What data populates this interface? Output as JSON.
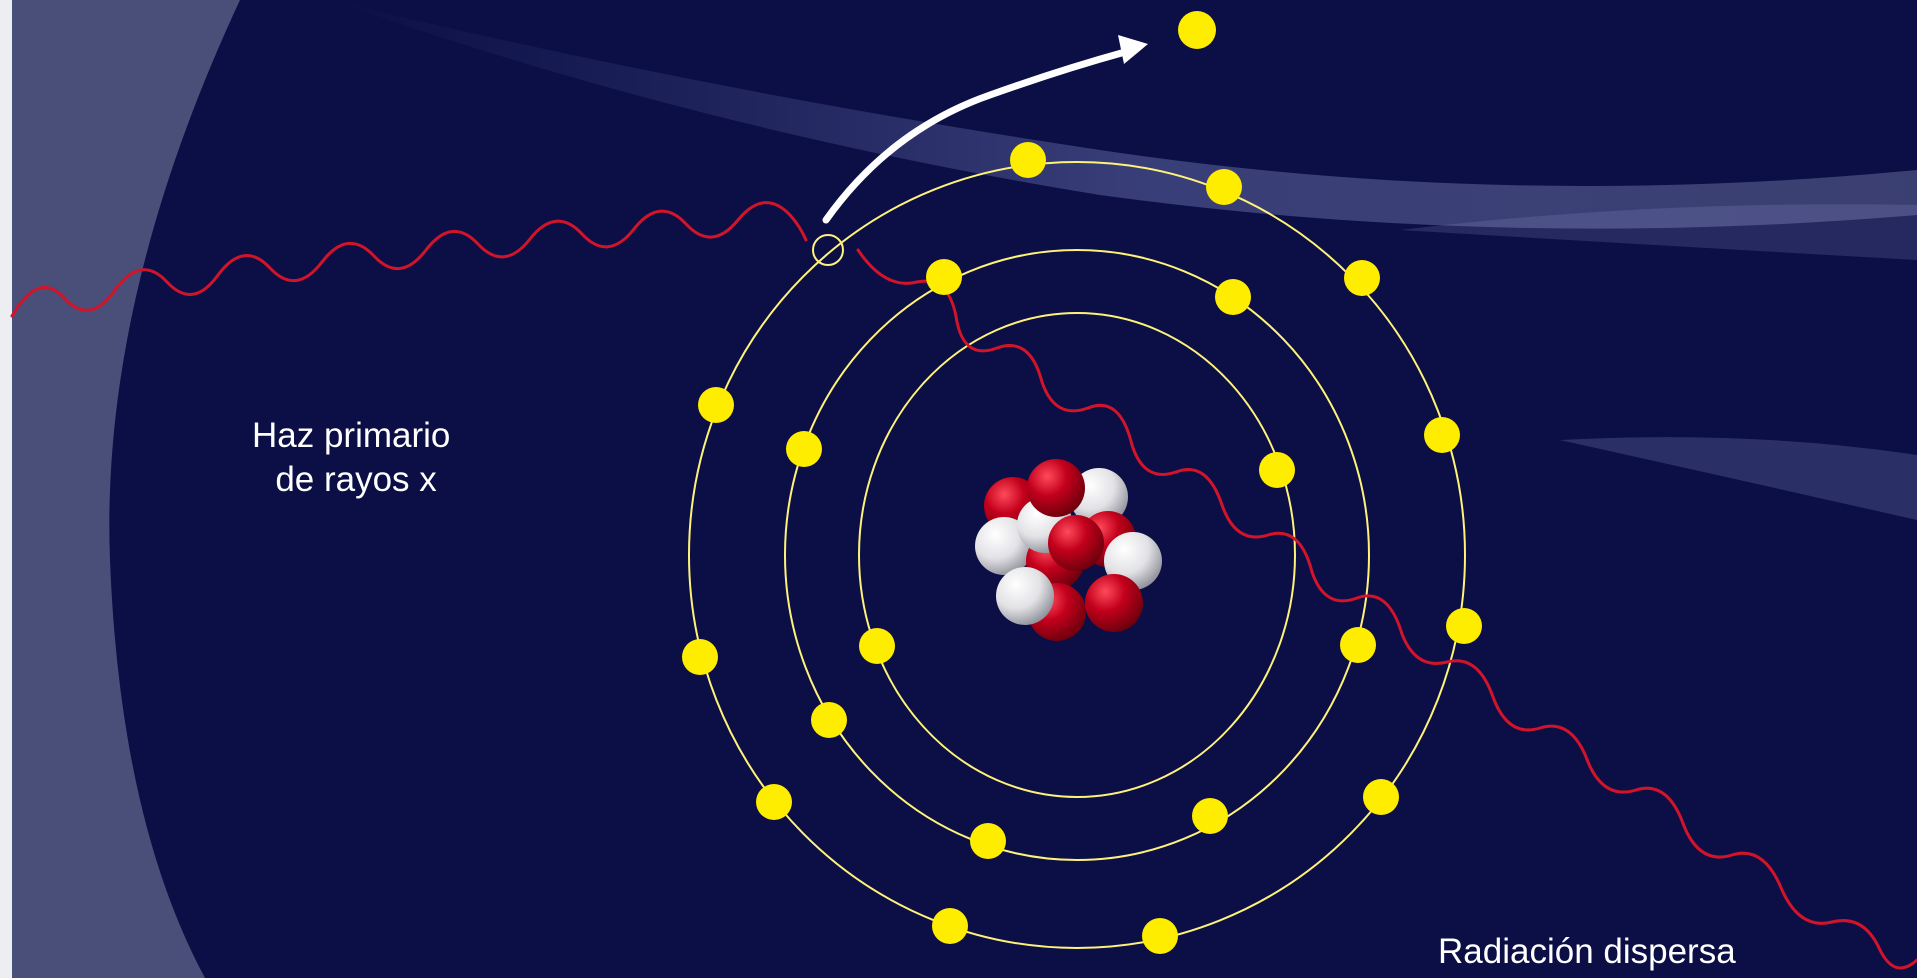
{
  "labels": {
    "primary_beam_line1": "Haz primario",
    "primary_beam_line2": " de rayos x",
    "scattered_radiation": "Radiación dispersa"
  },
  "colors": {
    "background": "#0b0f45",
    "left_panel": "#4a4f79",
    "orbit": "#fff27a",
    "electron": "#ffed00",
    "wave": "#d2142b",
    "proton": "#c0001a",
    "neutron": "#e6e6ea",
    "arrow": "#ffffff"
  },
  "icons": {
    "ejected_electron_arrow": "arrow-icon",
    "interaction_point": "circle-marker-icon"
  }
}
